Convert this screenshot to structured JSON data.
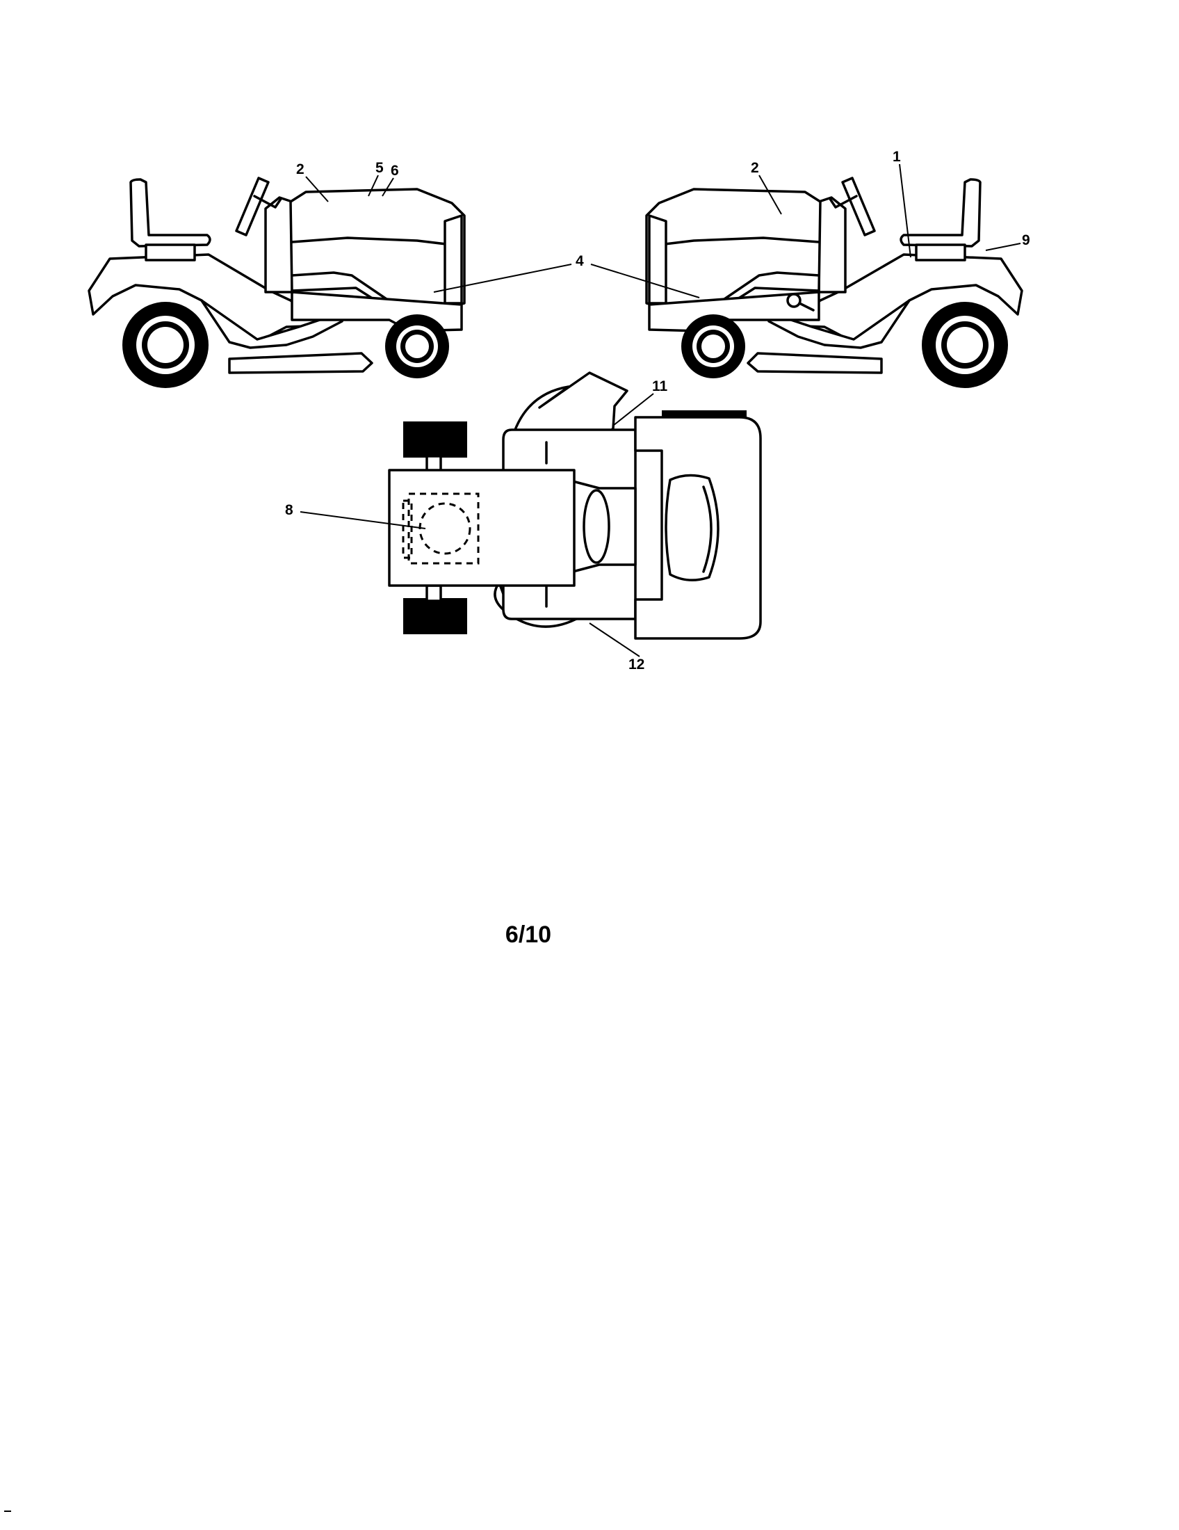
{
  "callouts": {
    "left_hood": "2",
    "left_top_a": "5",
    "left_top_b": "6",
    "side_panels": "4",
    "right_hood": "2",
    "right_fender": "1",
    "right_seat": "9",
    "top_chute": "11",
    "top_deck": "8",
    "top_front_deck": "12"
  },
  "page_number": "6/10"
}
